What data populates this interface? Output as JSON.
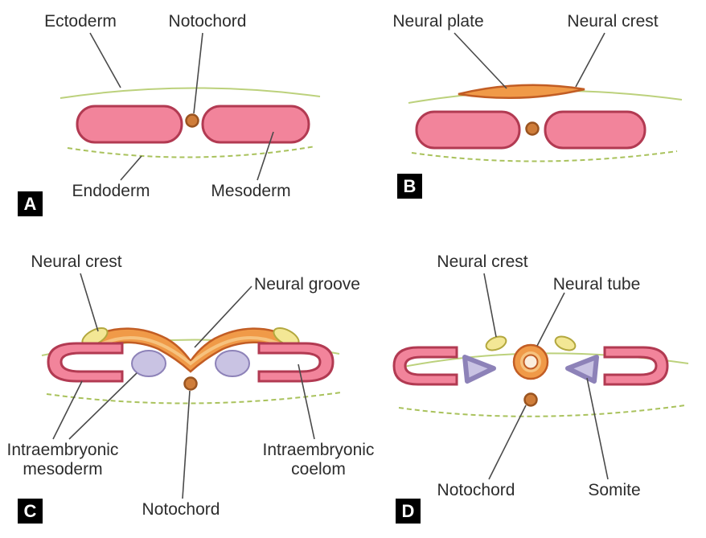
{
  "colors": {
    "mesoderm_fill": "#f2849b",
    "mesoderm_stroke": "#b23a52",
    "notochord_fill": "#cf7d3a",
    "notochord_stroke": "#9a5420",
    "ectoderm_line": "#bcd17c",
    "endoderm_line": "#a9c25c",
    "neural_fill": "#f09a48",
    "neural_stroke": "#c25d24",
    "neural_inner": "#f6c27e",
    "neural_core": "#fbeedd",
    "crest_fill": "#f3e795",
    "crest_stroke": "#b3a83e",
    "somite_fill": "#c9c3e3",
    "somite_stroke": "#8d82b8",
    "label_color": "#2d2d2d",
    "leader_color": "#4a4a4a",
    "badge_bg": "#000000",
    "badge_text": "#ffffff"
  },
  "panels": {
    "a": {
      "badge": "A",
      "labels": {
        "ectoderm": "Ectoderm",
        "notochord": "Notochord",
        "endoderm": "Endoderm",
        "mesoderm": "Mesoderm"
      }
    },
    "b": {
      "badge": "B",
      "labels": {
        "neural_plate": "Neural plate",
        "neural_crest": "Neural crest"
      }
    },
    "c": {
      "badge": "C",
      "labels": {
        "neural_crest": "Neural crest",
        "neural_groove": "Neural groove",
        "intraembryonic_mesoderm": "Intraembryonic mesoderm",
        "notochord": "Notochord",
        "intraembryonic_coelom": "Intraembryonic coelom"
      }
    },
    "d": {
      "badge": "D",
      "labels": {
        "neural_crest": "Neural crest",
        "neural_tube": "Neural tube",
        "notochord": "Notochord",
        "somite": "Somite"
      }
    }
  }
}
